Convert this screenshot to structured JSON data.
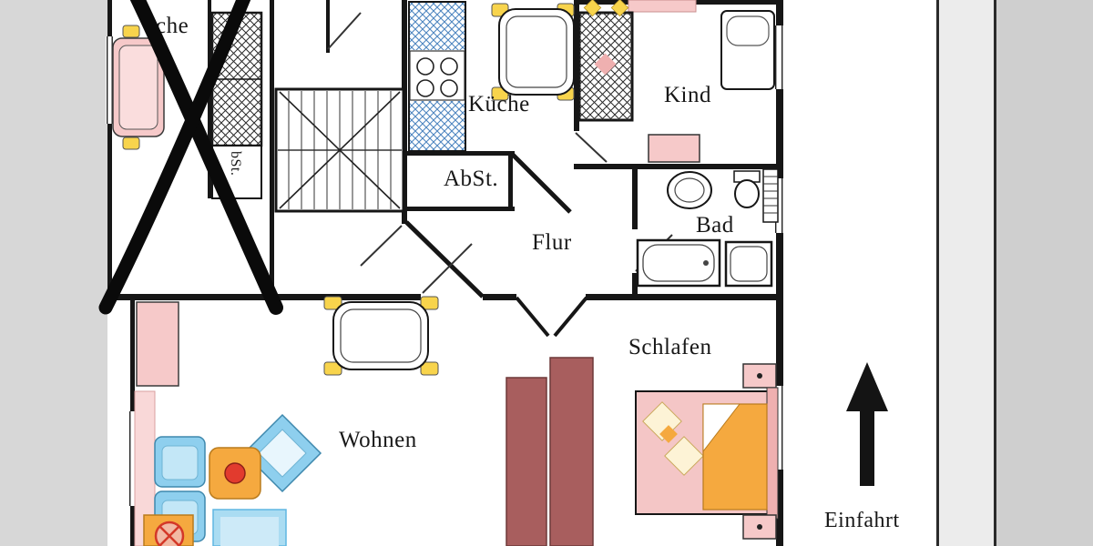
{
  "document": {
    "type": "apartment-floor-plan-scan",
    "crossed_out_area": "neighboring apartment (top left) struck through with a thick black X"
  },
  "rooms": {
    "neighbor_kitchen": {
      "label": "üche",
      "crossed_out": true
    },
    "neighbor_storage": {
      "label": "bSt.",
      "crossed_out": true
    },
    "kitchen": {
      "label": "Küche"
    },
    "child": {
      "label": "Kind"
    },
    "storage": {
      "label": "AbSt."
    },
    "hall": {
      "label": "Flur"
    },
    "bath": {
      "label": "Bad"
    },
    "bedroom": {
      "label": "Schlafen"
    },
    "living": {
      "label": "Wohnen"
    }
  },
  "site": {
    "driveway_label": "Einfahrt",
    "arrow_direction": "up"
  },
  "fixtures": [
    "staircase",
    "kitchen-counter",
    "stove",
    "dining-table",
    "chairs",
    "crib",
    "single-bed",
    "dresser",
    "washbasin",
    "toilet",
    "radiator",
    "bathtub",
    "shower-tray",
    "double-bed",
    "pillows",
    "blanket",
    "nightstands",
    "wardrobe",
    "armchairs",
    "coffee-table",
    "rug",
    "side-table",
    "ball"
  ],
  "colors": {
    "wall": "#161616",
    "furniture_pink": "#f6c9c9",
    "furniture_pink_dark": "#efb0b0",
    "furniture_orange": "#f5a93f",
    "furniture_yellow": "#f8d44c",
    "furniture_blue": "#8ecfee",
    "wardrobe_maroon": "#a85e5e",
    "accent_red": "#e23b2e",
    "scan_band_gray": "#d7d7d7"
  },
  "icons": {
    "cross_out_x": "two thick diagonal marker strokes",
    "north_arrow": "solid black arrow pointing up"
  }
}
